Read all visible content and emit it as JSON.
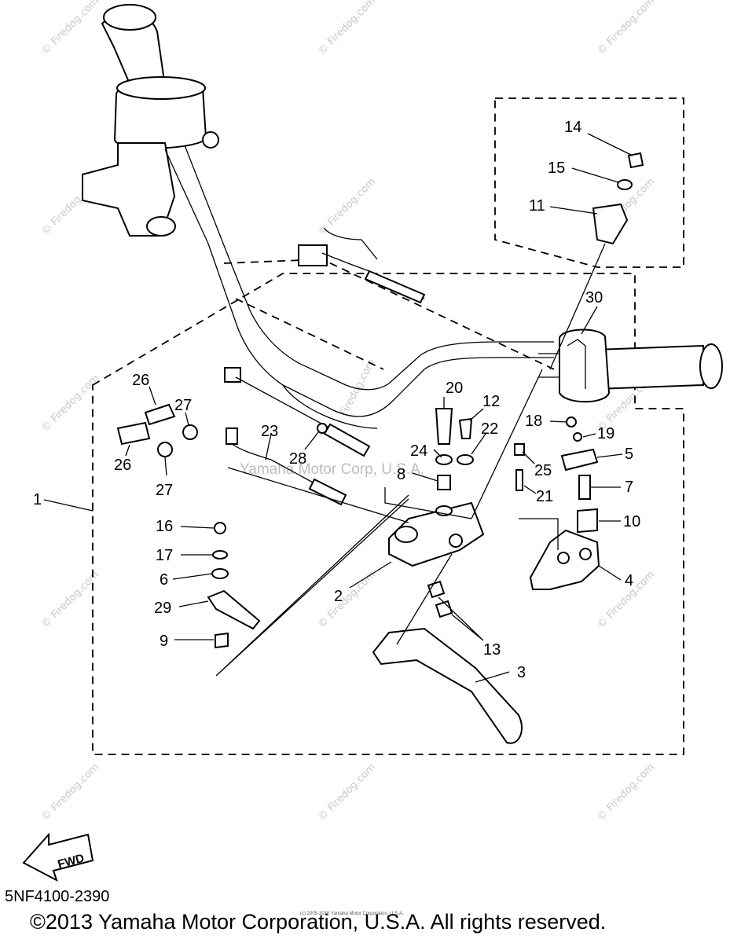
{
  "watermark": "© Firedog.com",
  "center_watermark": "Yamaha Motor Corp, U.S.A.",
  "vertical_watermark": "Firedog.com",
  "labels": {
    "l1": "1",
    "l2": "2",
    "l3": "3",
    "l4": "4",
    "l5": "5",
    "l6": "6",
    "l7": "7",
    "l8": "8",
    "l9": "9",
    "l10": "10",
    "l11": "11",
    "l12": "12",
    "l13": "13",
    "l14": "14",
    "l15": "15",
    "l16": "16",
    "l17": "17",
    "l18": "18",
    "l19": "19",
    "l20": "20",
    "l21": "21",
    "l22": "22",
    "l23": "23",
    "l24": "24",
    "l25": "25",
    "l26": "26",
    "l27": "27",
    "l28": "28",
    "l29": "29",
    "l30": "30"
  },
  "fwd_label": "FWD",
  "part_code": "5NF4100-2390",
  "tiny_note": "(c) 2005-2015 Yamaha Motor Corporation, U.S.A.",
  "copyright": "©2013 Yamaha Motor Corporation, U.S.A. All rights reserved."
}
